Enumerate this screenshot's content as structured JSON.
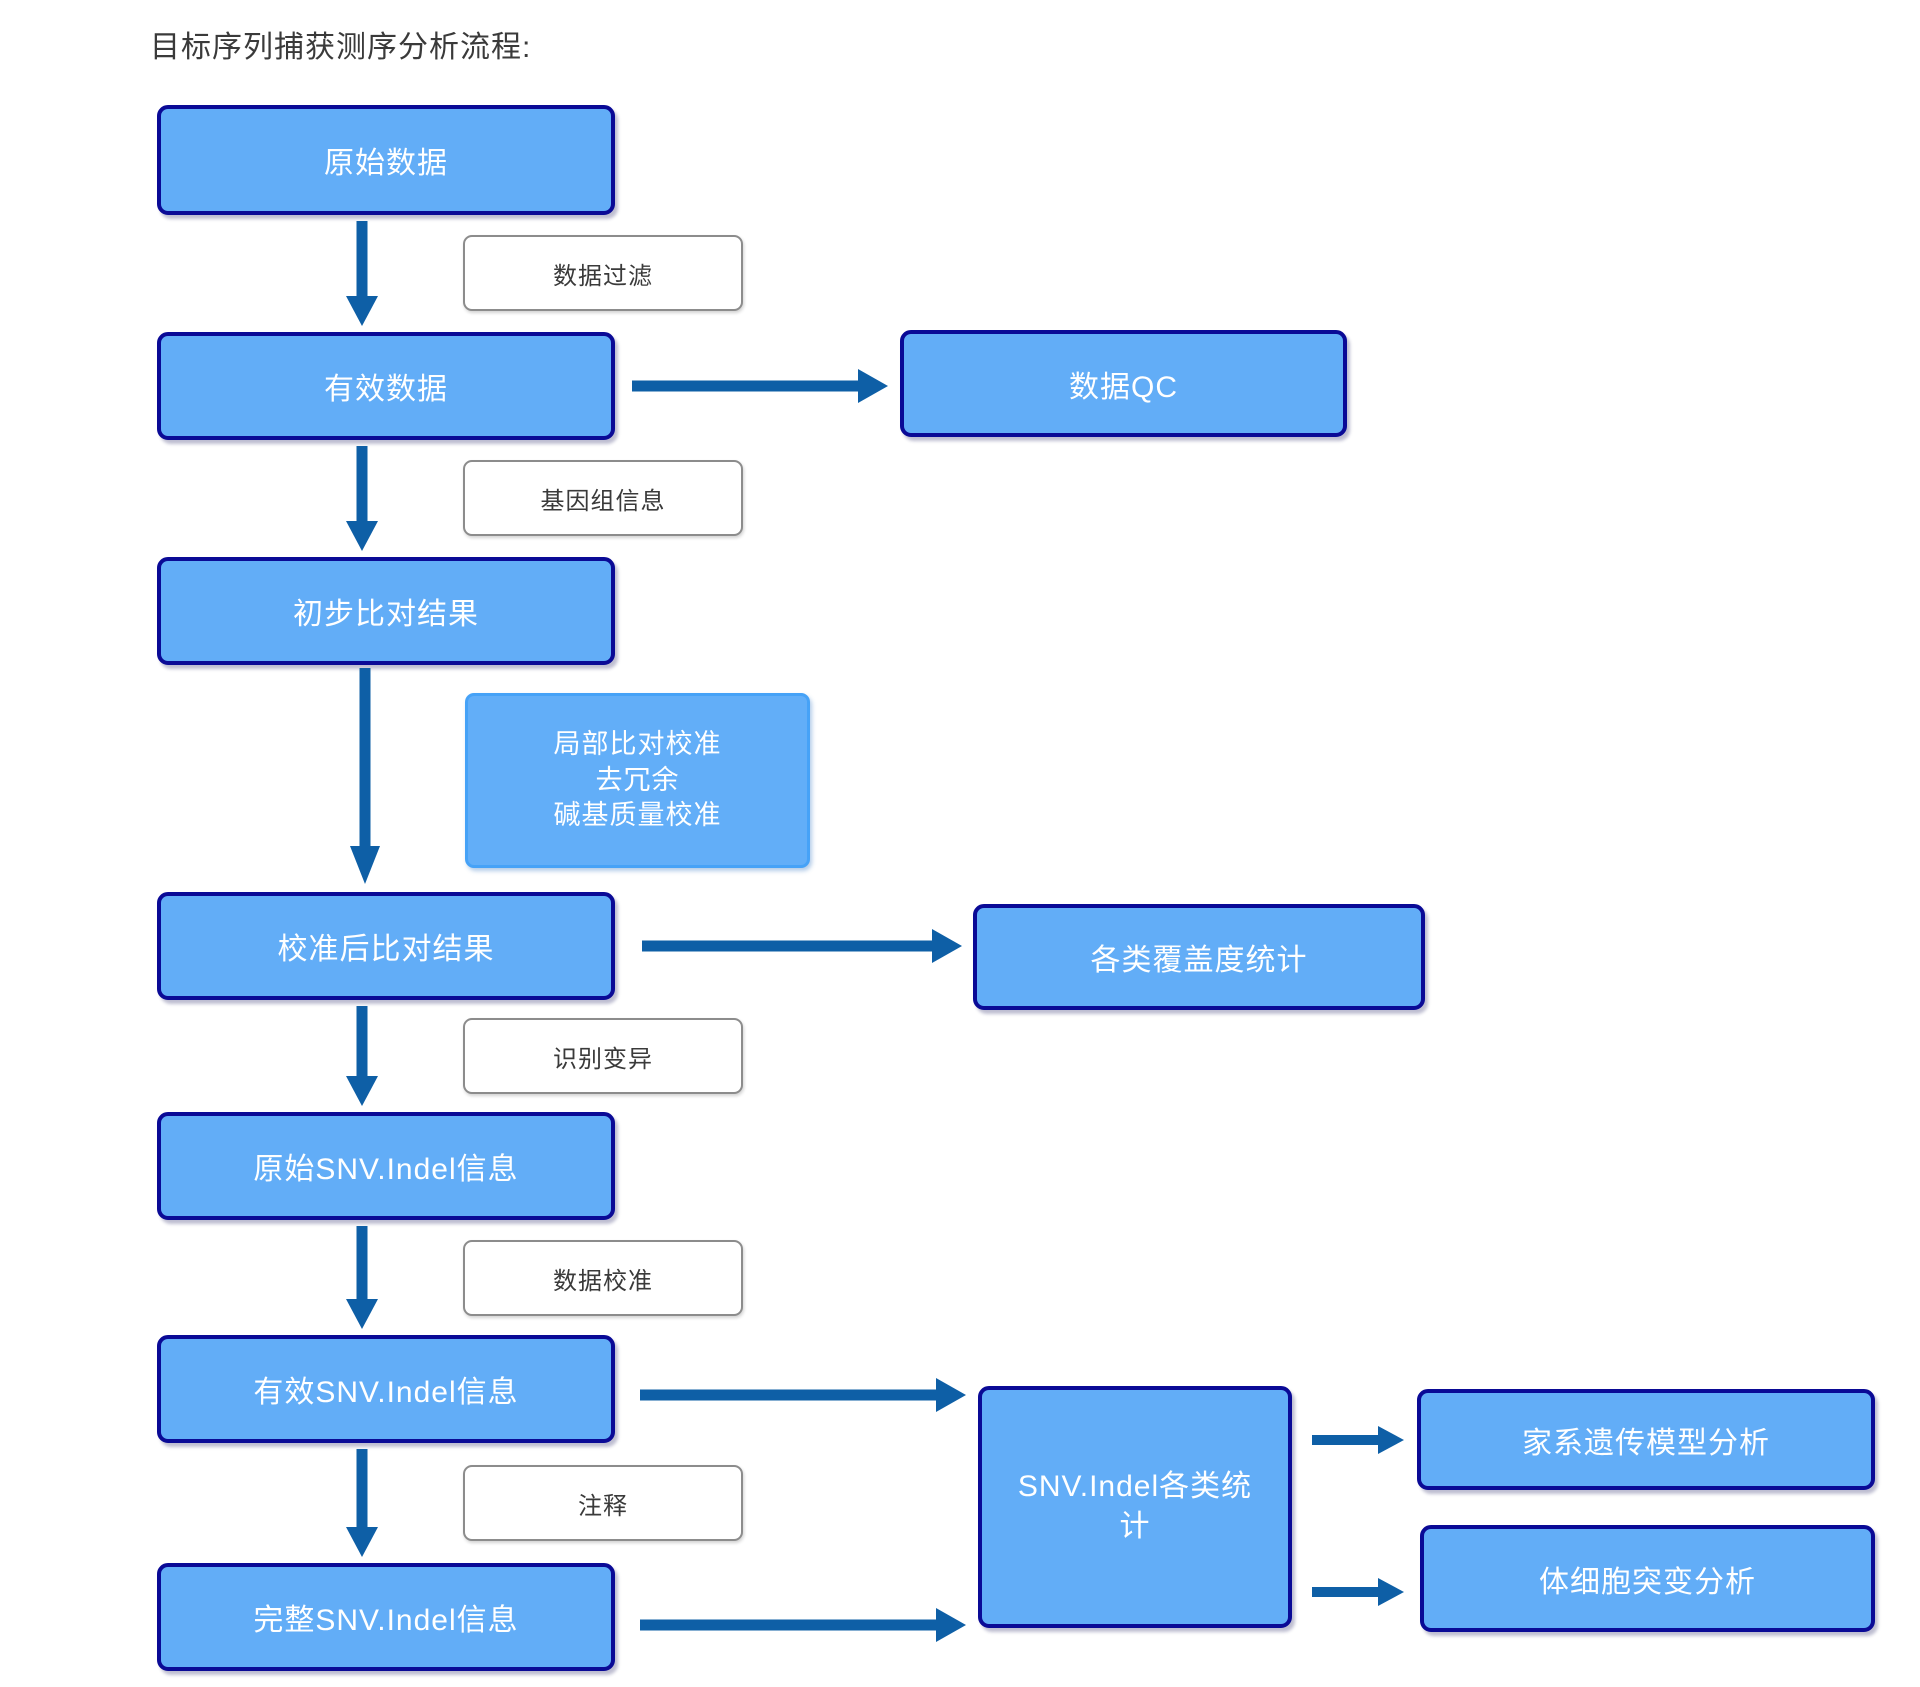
{
  "title": "目标序列捕获测序分析流程:",
  "nodes": {
    "raw_data": "原始数据",
    "clean_data": "有效数据",
    "initial_alignment": "初步比对结果",
    "calibrated_alignment": "校准后比对结果",
    "raw_snv_indel": "原始SNV.Indel信息",
    "valid_snv_indel": "有效SNV.Indel信息",
    "complete_snv_indel": "完整SNV.Indel信息",
    "data_qc": "数据QC",
    "coverage_stats": "各类覆盖度统计",
    "snv_indel_stats": "SNV.Indel各类统\n计",
    "pedigree_model_analysis": "家系遗传模型分析",
    "somatic_mutation_analysis": "体细胞突变分析"
  },
  "edge_labels": {
    "data_filtering": "数据过滤",
    "genome_info": "基因组信息",
    "realign_dedup_bqsr": "局部比对校准\n去冗余\n碱基质量校准",
    "variant_calling": "识别变异",
    "data_calibration": "数据校准",
    "annotation": "注释"
  },
  "colors": {
    "node_fill": "#62adf7",
    "node_border": "#0a0a96",
    "node_text": "#ffffff",
    "arrow": "#0e5fa6",
    "white_label_border": "#8c8c8c",
    "white_label_text": "#3a3a3a",
    "blue_label_border": "#46a2f7",
    "title_text": "#3a3a3a",
    "background": "#ffffff"
  }
}
